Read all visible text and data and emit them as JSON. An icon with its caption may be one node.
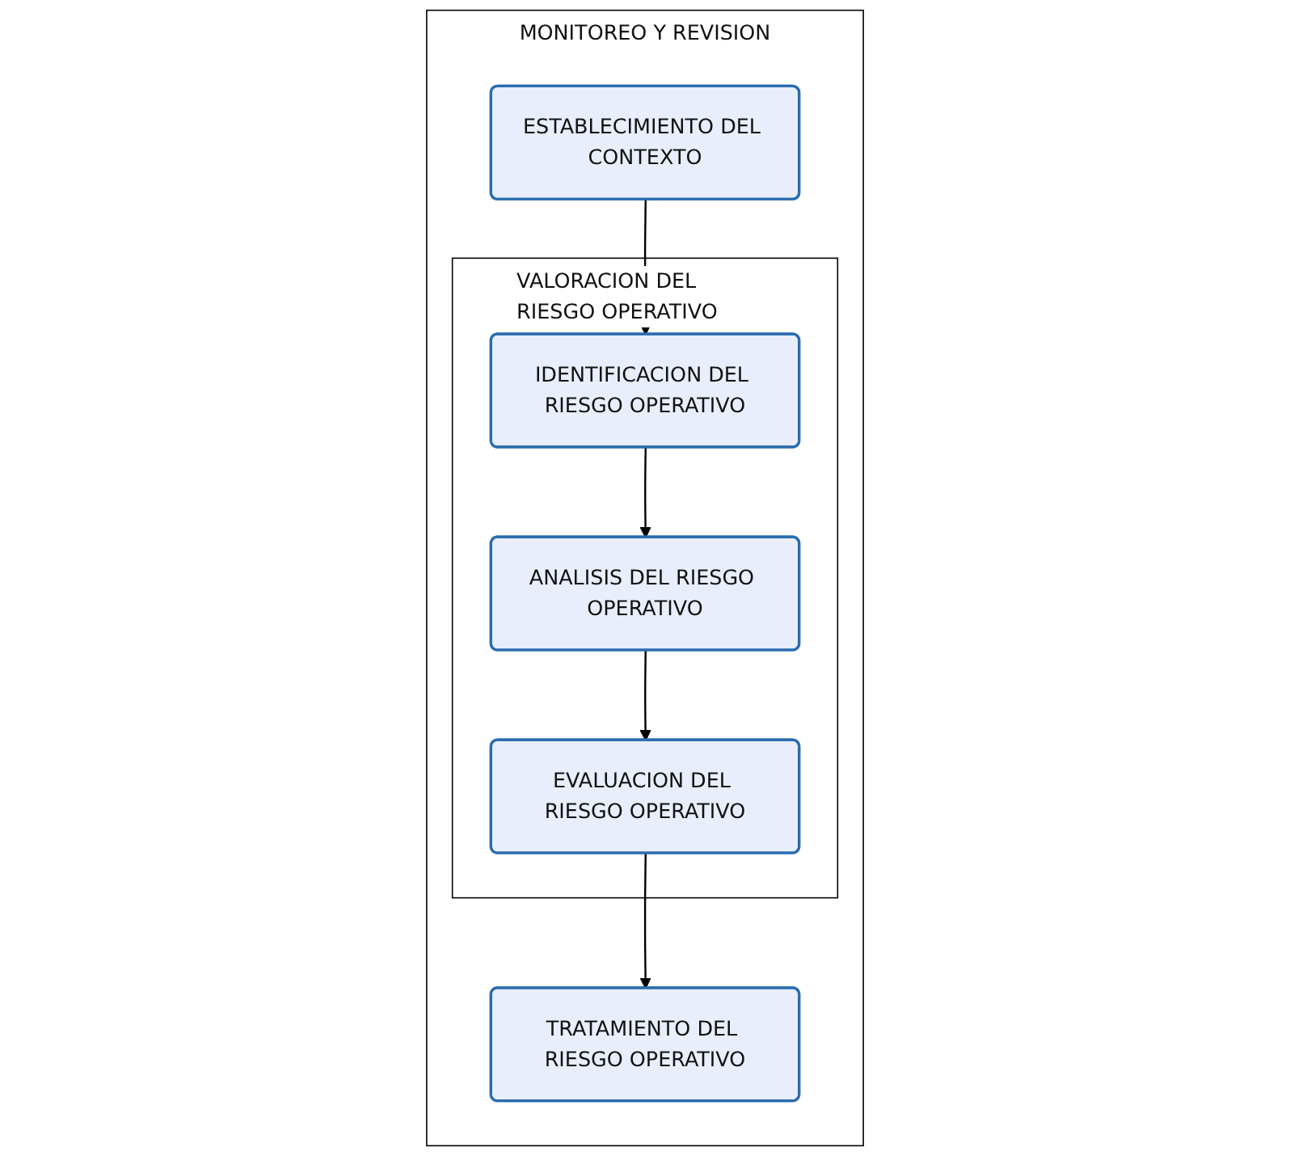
{
  "diagram": {
    "nodes": [
      {
        "text": [
          "MONITOREO Y REVISION"
        ]
      },
      {
        "text": [
          "ESTABLECIMIENTO DEL CONTEXTO"
        ],
        "in": 0
      },
      {
        "text": [
          "VALORACION DEL RIESGO OPERATIVO"
        ],
        "in": 0
      },
      {
        "text": [
          "IDENTIFICACION DEL RIESGO OPERATIVO"
        ],
        "in": 2
      },
      {
        "text": [
          "ANALISIS DEL RIESGO OPERATIVO"
        ],
        "in": 2
      },
      {
        "text": [
          "EVALUACION DEL RIESGO OPERATIVO"
        ],
        "in": 2
      },
      {
        "text": [
          "TRATAMIENTO DEL RIESGO OPERATIVO"
        ],
        "in": 0
      }
    ],
    "edges": [
      {
        "from": 1,
        "to": 3,
        "arrow": "to"
      },
      {
        "from": 3,
        "to": 4,
        "arrow": "to"
      },
      {
        "from": 4,
        "to": 5,
        "arrow": "to"
      },
      {
        "from": 5,
        "to": 6,
        "arrow": "to"
      }
    ]
  }
}
